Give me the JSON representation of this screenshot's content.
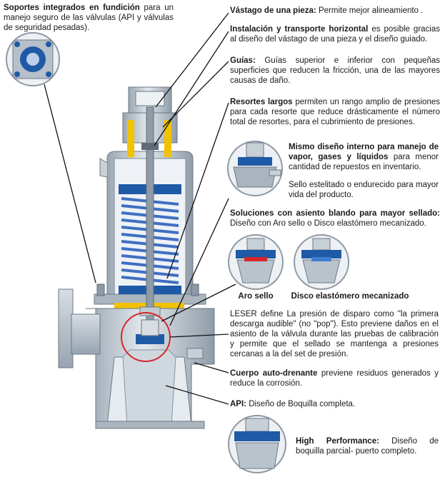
{
  "annotations": {
    "soportes": {
      "title": "Soportes integrados en fundición",
      "body": " para un manejo seguro de las válvulas (API y válvulas de seguridad pesadas)."
    },
    "vastago": {
      "title": "Vástago de una pieza:",
      "body": " Permite mejor alineamiento ."
    },
    "instalacion": {
      "title": "Instalación y transporte horizontal",
      "body": " es posible gracias al diseño del vástago de una pieza y el diseño guiado."
    },
    "guias": {
      "title": "Guías:",
      "body": " Guías superior e inferior con pequeñas superficies que reducen la fricción, una de las mayores causas de daño."
    },
    "resortes": {
      "title": "Resortes largos",
      "body": " permiten un rango amplio de presiones para cada resorte que reduce drásticamente el número total de resortes, para el cubrimiento de presiones."
    },
    "mismo_diseno": {
      "title": "Mismo diseño interno para manejo de vapor, gases y líquidos",
      "body": " para menor cantidad de repuestos en inventario."
    },
    "sello": {
      "body": "Sello estelitado o endurecido para mayor vida del producto."
    },
    "soluciones": {
      "title": "Soluciones con asiento blando para mayor sellado:",
      "body": " Diseño con Aro sello o Disco elastómero mecanizado."
    },
    "aro_sello": {
      "label": "Aro sello"
    },
    "disco": {
      "label": "Disco elastómero mecanizado"
    },
    "leser": {
      "body": "LESER define La presión de disparo como \"la primera descarga audible\" (no \"pop\"). Esto previene daños en el asiento de la válvula durante las pruebas de calibración y permite que el sellado se mantenga a presiones cercanas a la del set de presión."
    },
    "cuerpo": {
      "title": "Cuerpo auto-drenante",
      "body": " previene residuos generados y reduce la corrosión."
    },
    "api": {
      "title": "API:",
      "body": " Diseño de Boquilla completa."
    },
    "high": {
      "title": "High Performance:",
      "body": " Diseño de boquilla parcial- puerto completo."
    }
  },
  "colors": {
    "steel": "#b9c3cc",
    "steel_dark": "#7d8a96",
    "blue": "#1f5aa6",
    "spring": "#3f6fc2",
    "yellow": "#f2c200",
    "red": "#d7262b"
  }
}
